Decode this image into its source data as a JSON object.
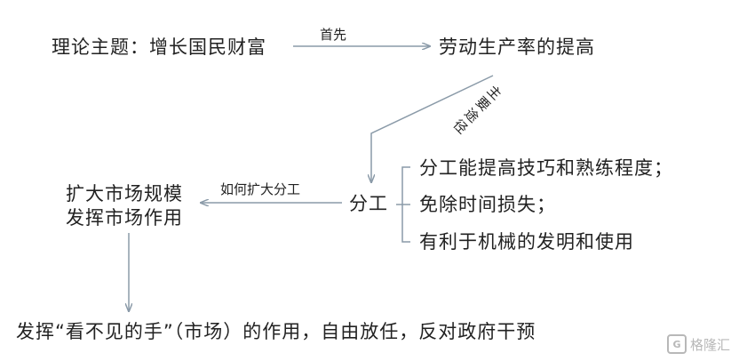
{
  "nodes": {
    "theme": "理论主题：增长国民财富",
    "productivity": "劳动生产率的提高",
    "division": "分工",
    "market_line1": "扩大市场规模",
    "market_line2": "发挥市场作用",
    "benefit1": "分工能提高技巧和熟练程度；",
    "benefit2": "免除时间损失；",
    "benefit3": "有利于机械的发明和使用",
    "conclusion": "发挥“看不见的手”（市场）的作用，自由放任，反对政府干预"
  },
  "edges": {
    "first": "首先",
    "main_path_chars": [
      "主",
      "要",
      "途",
      "径"
    ],
    "how_expand": "如何扩大分工"
  },
  "watermark": {
    "text": "格隆汇",
    "logo_glyph": "G"
  },
  "colors": {
    "text": "#222222",
    "line": "#8a9aa8",
    "watermark": "#b8b8b8"
  }
}
